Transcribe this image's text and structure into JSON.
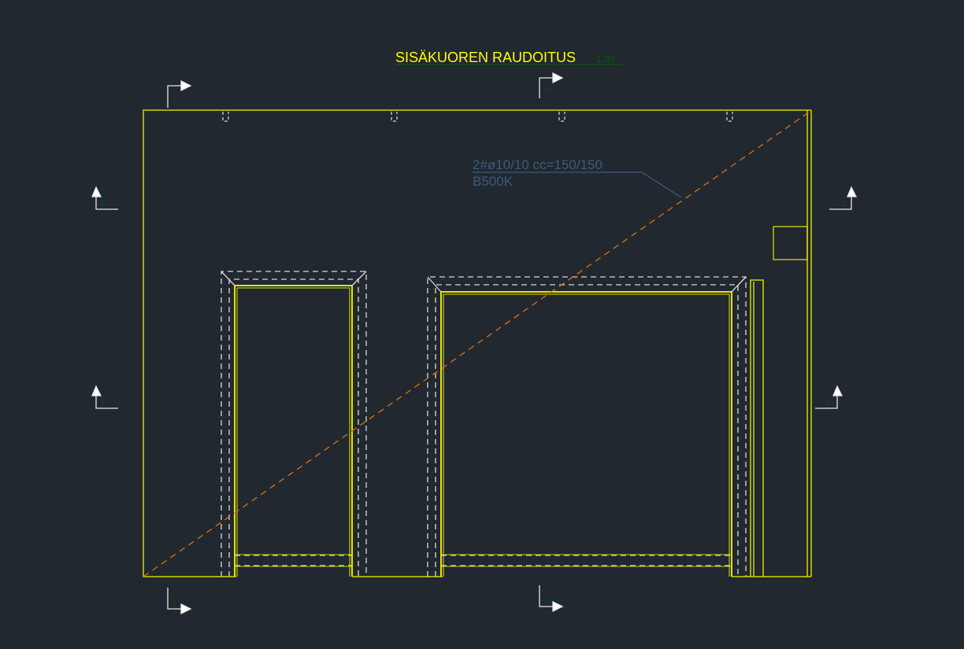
{
  "drawing": {
    "title": "SISÄKUOREN RAUDOITUS",
    "scale": "1:30",
    "annotation_line1": "2#ø10/10  cc=150/150",
    "annotation_line2": "B500K",
    "section_markers": {
      "top_left": "3",
      "top_center": "4",
      "left_upper": "2",
      "left_lower": "1",
      "right_upper": "2",
      "right_lower": "1",
      "bottom_left": "3",
      "bottom_center": "4"
    }
  },
  "colors": {
    "background": "#212830",
    "wall": "#e6e600",
    "reinforcement": "#d8d8d8",
    "diagonal": "#d9720e",
    "annotation": "#3f5a78",
    "marker_label": "#0b4a0b"
  }
}
